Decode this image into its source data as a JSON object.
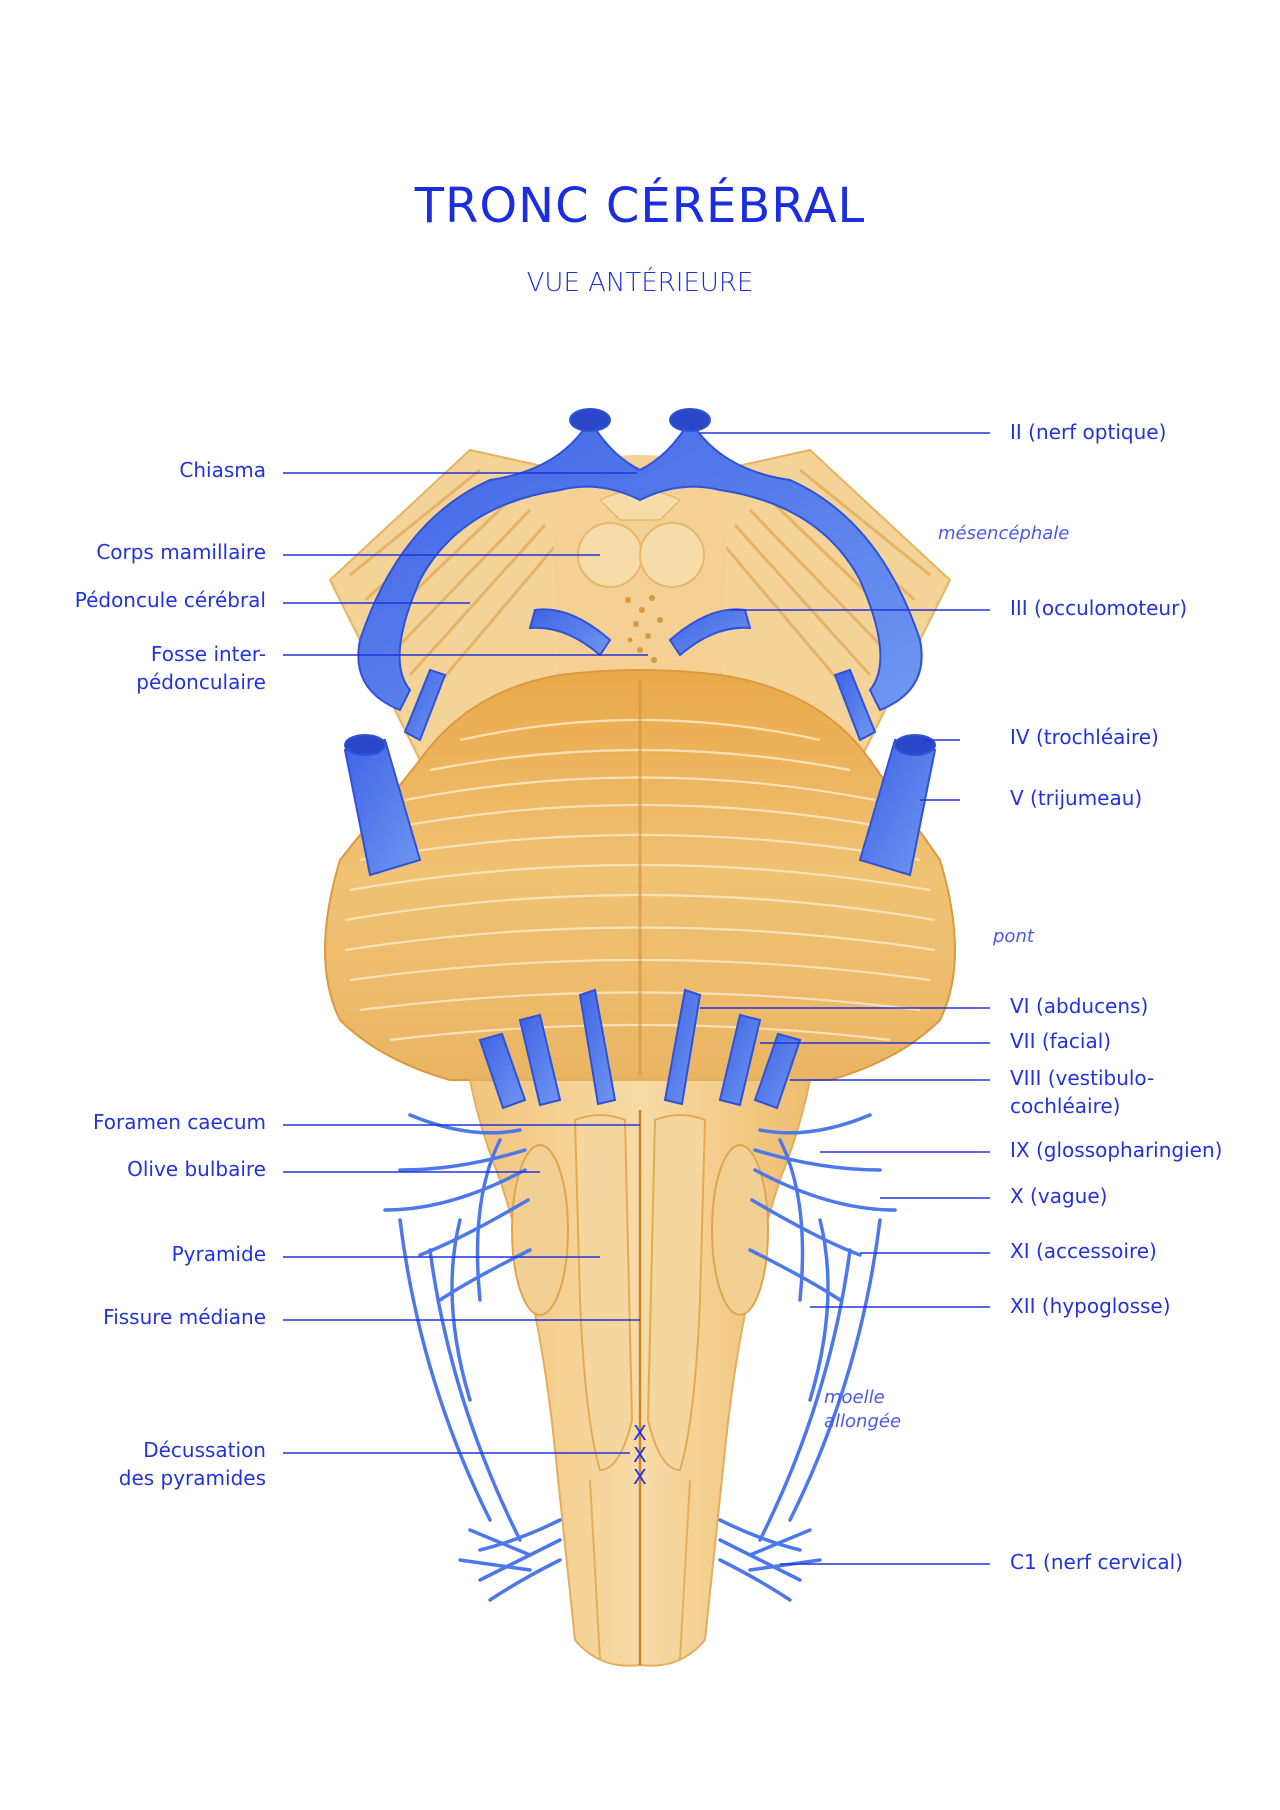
{
  "title": "TRONC CÉRÉBRAL",
  "subtitle": "VUE ANTÉRIEURE",
  "colors": {
    "text": "#1b2de0",
    "nerve": "#4f78ea",
    "tissue": "#f4cf8c",
    "tissue_dark": "#e6a94c"
  },
  "left_labels": {
    "chiasma": "Chiasma",
    "corps_mamillaire": "Corps mamillaire",
    "pedoncule": "Pédoncule cérébral",
    "fosse_1": "Fosse inter-",
    "fosse_2": "pédonculaire",
    "foramen": "Foramen caecum",
    "olive": "Olive bulbaire",
    "pyramide": "Pyramide",
    "fissure": "Fissure médiane",
    "decussation_1": "Décussation",
    "decussation_2": "des pyramides"
  },
  "right_labels": {
    "ii": "II (nerf optique)",
    "iii": "III (occulomoteur)",
    "iv": "IV (trochléaire)",
    "v": "V (trijumeau)",
    "vi": "VI (abducens)",
    "vii": "VII (facial)",
    "viii_1": "VIII (vestibulo-",
    "viii_2": "cochléaire)",
    "ix": "IX (glossopharingien)",
    "x": "X (vague)",
    "xi": "XI (accessoire)",
    "xii": "XII (hypoglosse)",
    "c1": "C1 (nerf cervical)"
  },
  "regions": {
    "mesencephale": "mésencéphale",
    "pont": "pont",
    "moelle_1": "moelle",
    "moelle_2": "allongée"
  },
  "decussation_marks": [
    "X",
    "X",
    "X"
  ]
}
